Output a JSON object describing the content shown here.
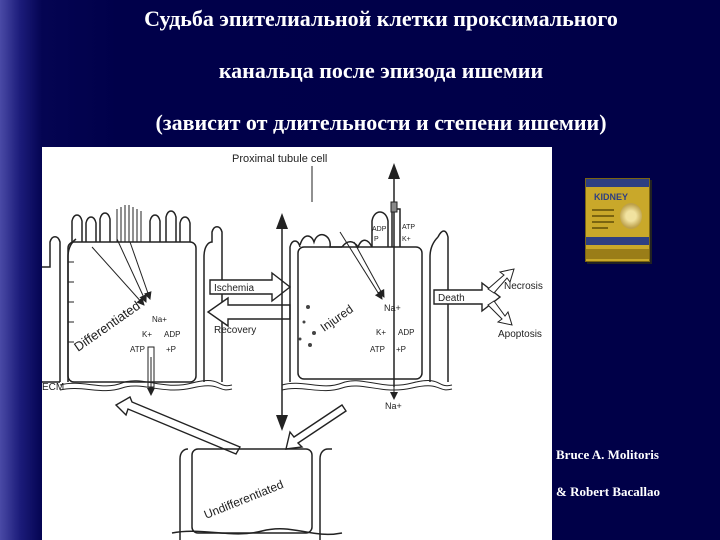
{
  "title": {
    "line1": "Судьба эпителиальной клетки проксимального",
    "line2": "канальца после эпизода ишемии",
    "line3": "(зависит от длительности и степени ишемии)"
  },
  "diagram": {
    "header": "Proximal tubule cell",
    "ecm": "ECM",
    "ischemia": "Ischemia",
    "recovery": "Recovery",
    "death": "Death",
    "necrosis": "Necrosis",
    "apoptosis": "Apoptosis",
    "differentiated": "Differentiated",
    "injured": "Injured",
    "undifferentiated": "Undifferentiated",
    "left_cell": {
      "na": "Na+",
      "k": "K+",
      "adp": "ADP",
      "atp": "ATP",
      "p": "+P"
    },
    "right_cell": {
      "adp_top": "ADP",
      "p_top": "P",
      "atp_top": "ATP",
      "k_top": "K+",
      "na": "Na+",
      "k": "K+",
      "adp": "ADP",
      "atp": "ATP",
      "p": "+P",
      "na_out": "Na+"
    }
  },
  "book": {
    "title": "KIDNEY"
  },
  "authors": {
    "line1": "Bruce A. Molitoris",
    "line2": "& Robert Bacallao"
  }
}
